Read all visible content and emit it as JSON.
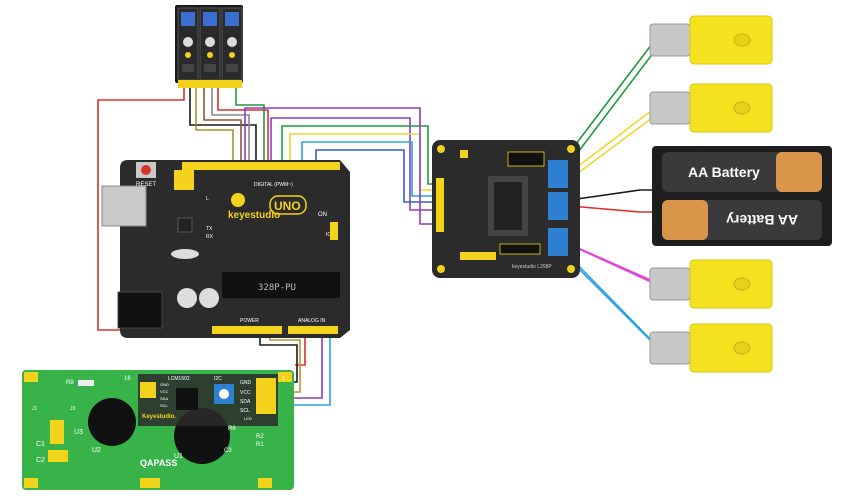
{
  "arduino": {
    "brand": "keyestudio",
    "model": "UNO",
    "chip": "328P-PU",
    "reset": "RESET",
    "on": "ON",
    "icsp": "ICSP",
    "digital": "DIGITAL (PWM~)",
    "power": "POWER",
    "analog": "ANALOG IN",
    "tx": "TX",
    "rx": "RX",
    "l": "L"
  },
  "driver": {
    "label": "keyestudio L298P"
  },
  "battery": {
    "top_label": "AA Battery",
    "bottom_label": "AA Battery"
  },
  "lcd": {
    "brand": "Keyestudio.",
    "model": "LCM1602",
    "qapass": "QAPASS",
    "u1": "U1",
    "u2": "U2",
    "u3": "U3",
    "c1": "C1",
    "c2": "C2",
    "c3": "C3",
    "r1": "R1",
    "r2": "R2",
    "r6": "R6",
    "r8": "R8",
    "j1": "J1",
    "j3": "J3",
    "i2c": "I2C",
    "pin16": "16",
    "pin1": "1",
    "gnd": "GND",
    "vcc": "VCC",
    "sda": "SDA",
    "scl": "SCL",
    "gnd2": "GND",
    "vcc2": "VCC",
    "sda2": "SDA",
    "scl2": "SCL",
    "led": "LED"
  },
  "colors": {
    "board": "#2b2b2b",
    "header": "#f2d21b",
    "lcd_green": "#37b34a",
    "motor_yellow": "#f5e21f",
    "terminal_blue": "#2d7fd1",
    "wire_red": "#d8322a",
    "wire_green": "#1f9a3a",
    "wire_yellow": "#f0d630",
    "wire_purple": "#8d3ac6",
    "wire_magenta": "#e044d8",
    "wire_cyan": "#2aa4e0",
    "wire_black": "#1a1a1a",
    "wire_olive": "#9a9a2a"
  }
}
